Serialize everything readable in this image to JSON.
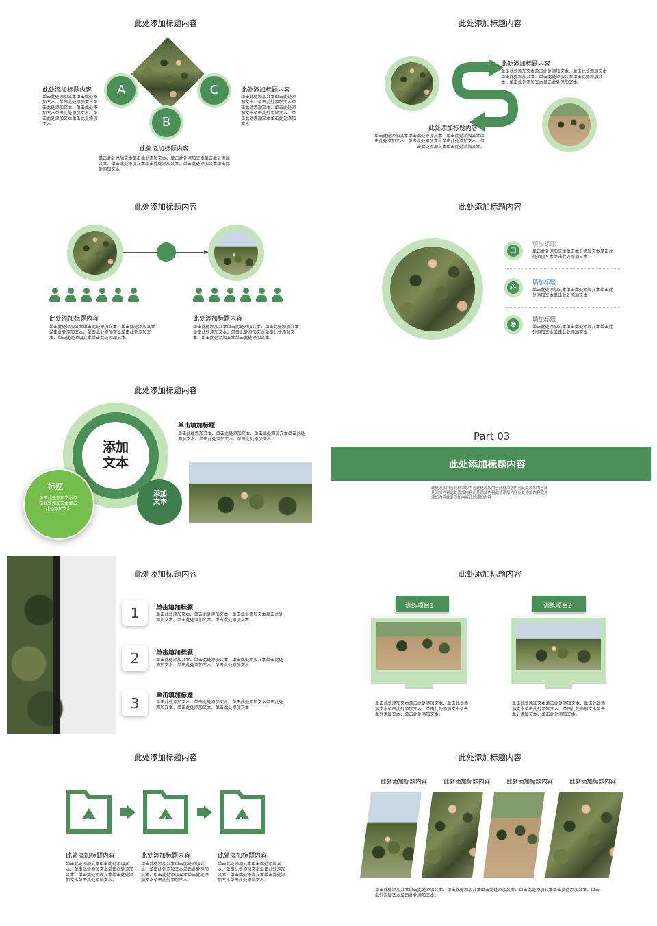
{
  "s1": {
    "title": "此处添加标题内容",
    "letters": [
      "A",
      "B",
      "C"
    ],
    "left_heading": "此处添加标题内容",
    "left_text": "单击此处添加文本单击此处添加文本、单击此处添加文本单击此处添加文本、单击此处添加文本单击此处添加文本、单击此处添加文本单击此处添加文本",
    "right_heading": "此处添加标题内容",
    "right_text": "单击此处添加文本单击此处添加文本、单击此处添加文本单击此处添加文本、单击此处添加文本单击此处添加文本、单击此处添加文本单击此处添加文本",
    "bottom_heading": "此处添加标题内容",
    "bottom_text": "单击此处添加文本单击此处添加文本、单击此处添加文本单击此处添加文本、单击此处添加文本单击此处添加文本、单击此处添加文本单击此处添加文本"
  },
  "s2": {
    "title": "此处添加标题内容",
    "top_heading": "此处添加标题内容",
    "top_text": "单击此处添加文本单击此处添加文本、单击此处添加文本单击此处添加文本、单击此处添加文本单击此处添加文本、单击此处添加文本单击此处添加文本。",
    "mid_heading": "此处添加标题内容",
    "mid_text": "单击此处添加文本单击此处添加文本、单击此处添加文本单击此处添加文本、单击此处添加文本单击此处添加文本、单击此处添加文本单击此处添加文本。"
  },
  "s3": {
    "title": "此处添加标题内容",
    "left_heading": "此处添加标题内容",
    "left_text": "单击此处添加文本单击此处添加文本、单击此处添加文本单击此处添加文本、单击此处添加文本单击此处添加文本、单击此处添加文本单击此处添加文本。",
    "right_heading": "此处添加标题内容",
    "right_text": "单击此处添加文本单击此处添加文本、单击此处添加文本单击此处添加文本、单击此处添加文本单击此处添加文本、单击此处添加文本单击此处添加文本。"
  },
  "s4": {
    "title": "此处添加标题内容",
    "items": [
      {
        "label": "填加标题",
        "text": "单击此处添加文本单击此处添加文本单击此处添加文本单击此处添加文本"
      },
      {
        "label": "填加标题",
        "text": "单击此处添加文本单击此处添加文本单击此处添加文本单击此处添加文本"
      },
      {
        "label": "填加标题",
        "text": "单击此处添加文本单击此处添加文本单击此处添加文本单击此处添加文本"
      }
    ]
  },
  "s5": {
    "title": "此处添加标题内容",
    "center_text": "添加文本",
    "left_title": "标题",
    "left_text": "单击此处添加文本单击此处添加文本单击此处添加文本",
    "small_text": "添加文本",
    "heading": "单击填加标题",
    "text": "单击此处添加文本、单击此处添加文本、单击此处添加文本单击此处添加文本、单击此处添加文本、单击此处添加文本"
  },
  "s6": {
    "part": "Part 03",
    "banner": "此处添加标题内容",
    "text": "此处添加内容此处添加内容此处添加内容此处添加内容此处添加内容此处添加内容此处添加内容此处添加内容此处添加内容此处添加内容此处添加内容此处添加内容此处添加内容"
  },
  "s7": {
    "title": "此处添加标题内容",
    "items": [
      {
        "num": "1",
        "heading": "单击填加标题",
        "text": "单击此处添加文本、单击此处添加文本、单击此处添加文本单击此处添加文本、单击此处添加文本、单击此处添加文本"
      },
      {
        "num": "2",
        "heading": "单击填加标题",
        "text": "单击此处添加文本、单击此处添加文本、单击此处添加文本单击此处添加文本、单击此处添加文本、单击此处添加文本"
      },
      {
        "num": "3",
        "heading": "单击填加标题",
        "text": "单击此处添加文本、单击此处添加文本、单击此处添加文本单击此处添加文本、单击此处添加文本、单击此处添加文本"
      }
    ]
  },
  "s8": {
    "title": "此处添加标题内容",
    "items": [
      {
        "label": "训练项目1",
        "text": "单击此处添加文本单击此处添加文本、单击此处添加文本单击此处添加文本、单击此处添加文本单击此处添加文本、单击此处添加文本。"
      },
      {
        "label": "训练项目2",
        "text": "单击此处添加文本单击此处添加文本、单击此处添加文本单击此处添加文本、单击此处添加文本单击此处添加文本、单击此处添加文本。"
      }
    ]
  },
  "s9": {
    "title": "此处添加标题内容",
    "items": [
      {
        "num": "1",
        "heading": "此处添加标题内容",
        "text": "单击此处添加文本单击此处添加文本、单击此处添加文本单击此处添加文本、单击此处添加文本单击此处添加文本单击此处添加文本。"
      },
      {
        "num": "2",
        "heading": "此处添加标题内容",
        "text": "单击此处添加文本单击此处添加文本、单击此处添加文本单击此处添加文本、单击此处添加文本单击此处添加文本单击此处添加文本。"
      },
      {
        "num": "3",
        "heading": "此处添加标题内容",
        "text": "单击此处添加文本单击此处添加文本、单击此处添加文本单击此处添加文本、单击此处添加文本单击此处添加文本单击此处添加文本。"
      }
    ]
  },
  "s10": {
    "title": "此处添加标题内容",
    "headings": [
      "此处添加标题内容",
      "此处添加标题内容",
      "此处添加标题内容",
      "此处添加标题内容"
    ],
    "text": "单击此处添加文本单击此处添加文本、单击此处添加文本单击此处添加文本、单击此处添加文本单击此处添加文本、单击此处添加文本单击此处添加文本。"
  },
  "colors": {
    "primary": "#4a8f58",
    "light": "#c3e3bb",
    "bright": "#74c04a"
  }
}
